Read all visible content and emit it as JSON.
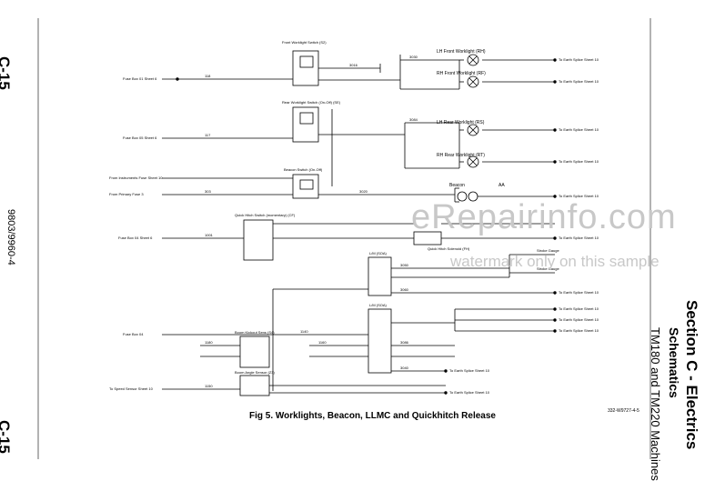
{
  "page": {
    "page_number": "C-15",
    "doc_number": "9803/9960-4",
    "section_title": "Section C - Electrics",
    "section_subtitle": "Schematics",
    "machines": "TM180 and TM220 Machines",
    "caption": "Fig 5. Worklights, Beacon, LLMC and Quickhitch Release",
    "figure_id": "332-W9727-4-5",
    "watermark_main": "eRepairinfo.com",
    "watermark_sub": "watermark only on this sample"
  },
  "components": {
    "front_worklight_switch": "Front Worklight Switch (S2)",
    "rear_worklight_switch": "Rear Worklight Switch (On-Off) (SE)",
    "beacon_switch": "Beacon Switch (On-Off)",
    "lh_front_worklight": "LH Front Worklight (RH)",
    "rh_front_worklight": "RH Front Worklight (RF)",
    "lh_rear_worklight": "LH Rear Worklight (RS)",
    "rh_rear_worklight": "RH Rear Worklight (RT)",
    "beacon": "Beacon",
    "beacon_tag": "AA",
    "quickhitch_switch": "Quick Hitch Switch (momentary) (CF)",
    "quickhitch_solenoid": "Quick Hitch Solenoid (FH)",
    "stroke_gauge_1": "Stroke Gauge",
    "stroke_gauge_2": "Stroke Gauge",
    "relay_1": "L/M (SOA)",
    "relay_2": "L/M (SOA)",
    "boom_kickout": "Boom Kickout Sens (S4)",
    "boom_angle": "Boom Angle Sensor (Z3)"
  },
  "left_feeds": [
    "Fuse Box 01 Sheet 6",
    "Fuse Box 05 Sheet 6",
    "From Instruments Fuse Sheet 10",
    "From Primary Fuse 3",
    "Fuse Box 04 Sheet 6",
    "Fuse Box 04",
    "To Speed Sensor Sheet 10"
  ],
  "right_feeds": [
    "To Earth Splice Sheet 10",
    "To Earth Splice Sheet 10",
    "To Earth Splice Sheet 10",
    "To Earth Splice Sheet 10",
    "To Earth Splice Sheet 10",
    "To Earth Splice Sheet 10",
    "To Earth Splice Sheet 10",
    "To Earth Splice Sheet 10",
    "To Earth Splice Sheet 10",
    "To Earth Splice Sheet 10",
    "To Earth Splice Sheet 10",
    "To Earth Splice Sheet 10"
  ],
  "wire_numbers": [
    "118",
    "117",
    "303",
    "1001",
    "1180",
    "1140",
    "1160",
    "1150",
    "3016",
    "3030",
    "3084",
    "3020",
    "3050",
    "3060",
    "3086",
    "3040"
  ]
}
